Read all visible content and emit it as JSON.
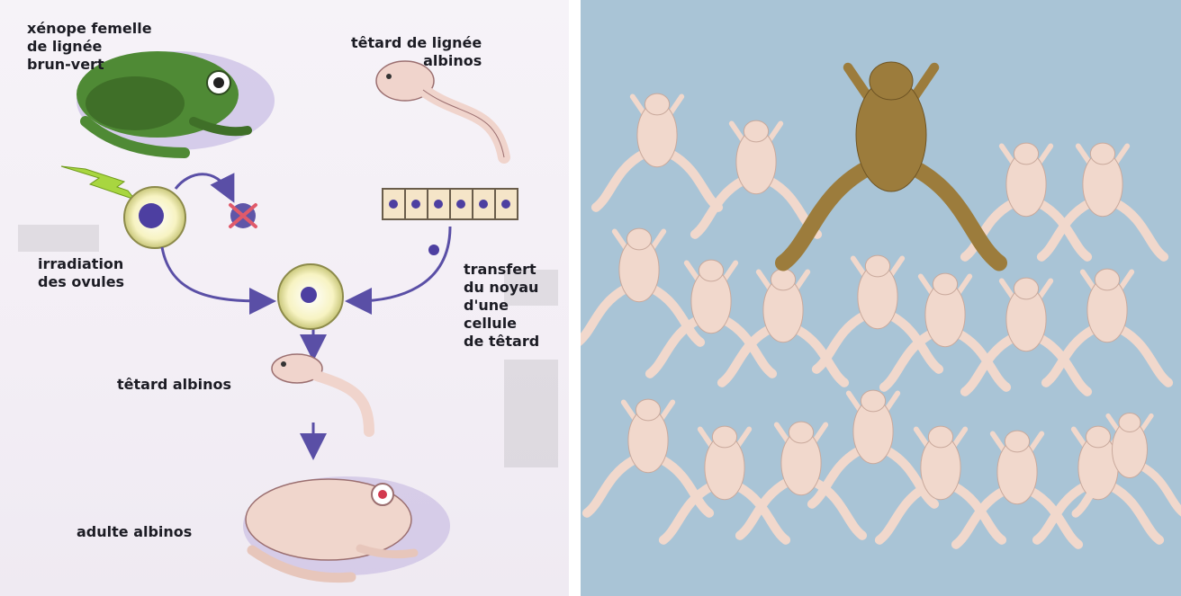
{
  "diagram": {
    "female_label": "xénope femelle\nde lignée\nbrun-vert",
    "tadpole_source_label": "têtard de lignée\nalbinos",
    "irradiation_label": "irradiation\ndes ovules",
    "transfer_label": "transfert\ndu noyau\nd'une\ncellule\nde têtard",
    "tadpole_result_label": "têtard albinos",
    "adult_result_label": "adulte albinos"
  },
  "photo": {
    "colors": {
      "background": "#a9c4d6",
      "albino": "#f1d8cc",
      "brown": "#9c7c3c"
    }
  }
}
